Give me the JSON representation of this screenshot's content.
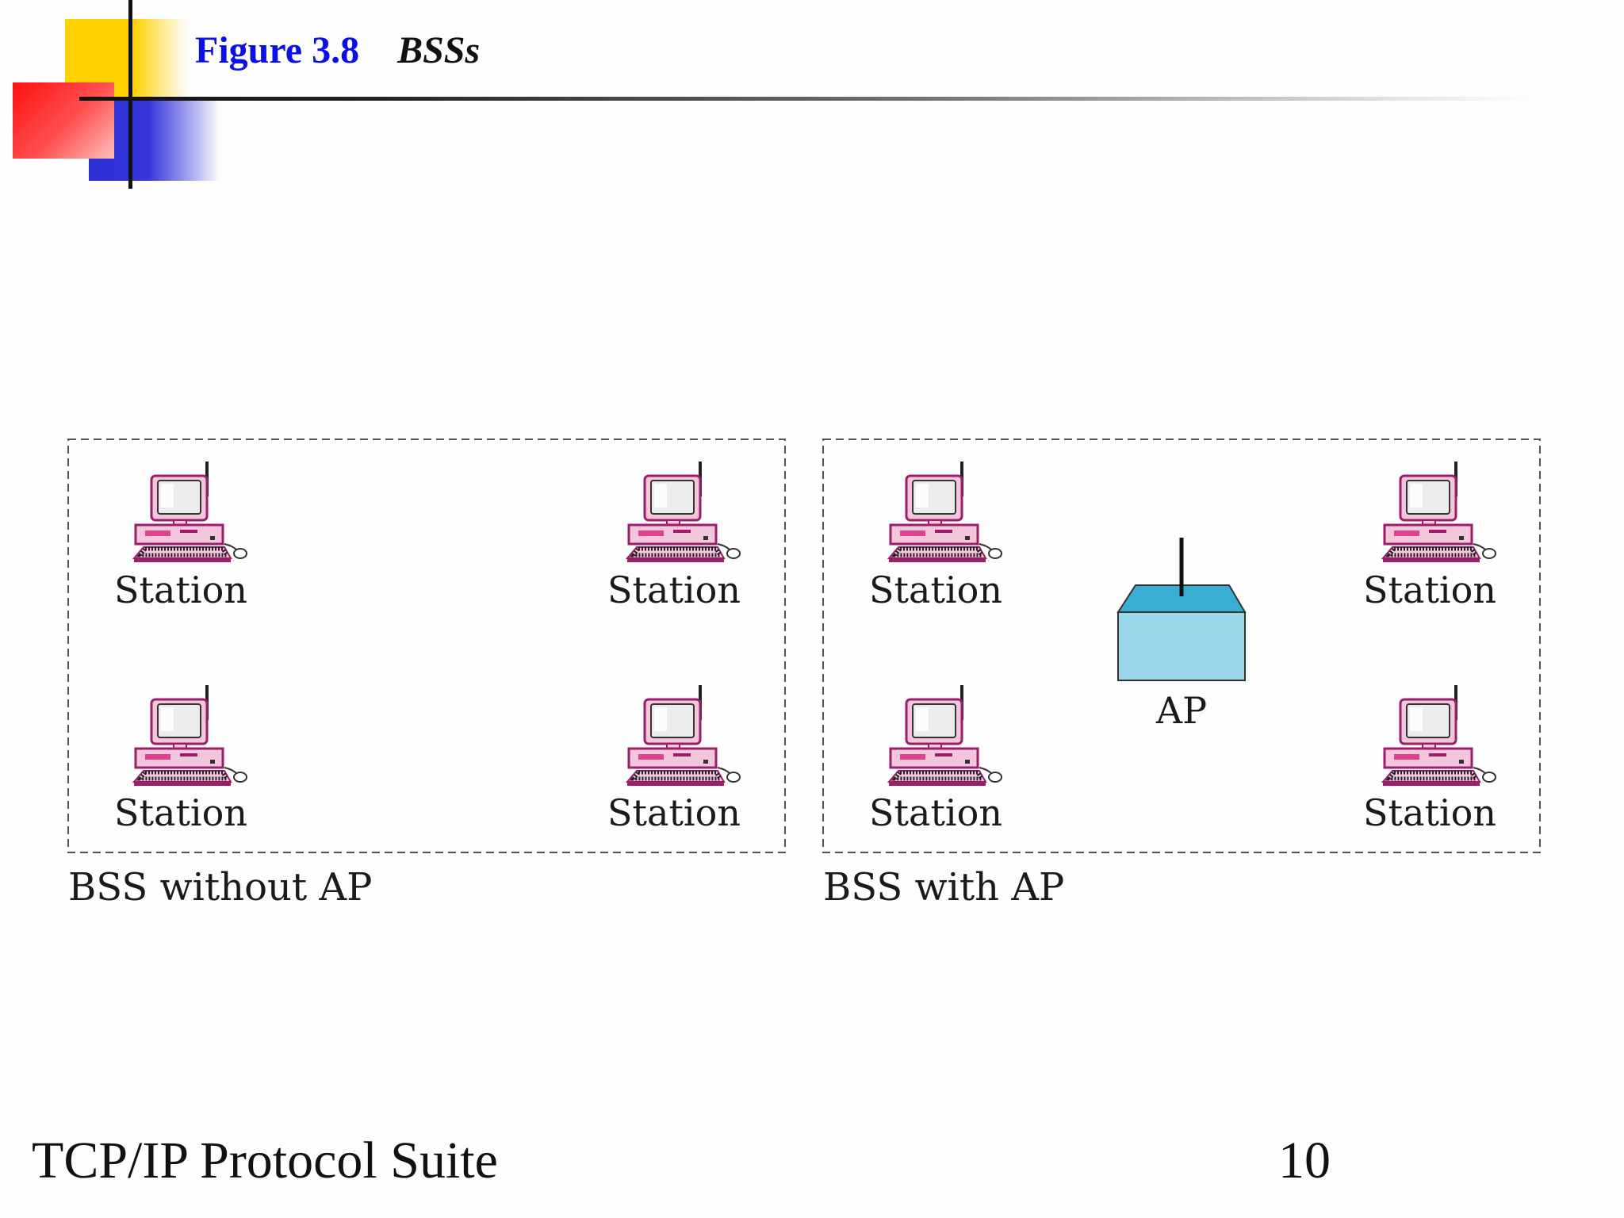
{
  "figure": {
    "label": "Figure 3.8",
    "subtitle": "BSSs"
  },
  "bss_without_ap": {
    "caption": "BSS without AP",
    "stations": [
      "Station",
      "Station",
      "Station",
      "Station"
    ]
  },
  "bss_with_ap": {
    "caption": "BSS with AP",
    "stations": [
      "Station",
      "Station",
      "Station",
      "Station"
    ],
    "ap_label": "AP"
  },
  "footer": {
    "text": "TCP/IP Protocol Suite",
    "page_number": "10"
  },
  "colors": {
    "title_blue": "#0a10e6",
    "ap_body": "#9cd8ea",
    "ap_roof": "#3aaed2",
    "station_pink": "#f4c6dc",
    "station_magenta": "#9c1e6a"
  },
  "icons": {
    "station": "wireless-computer-icon",
    "access_point": "access-point-icon"
  }
}
